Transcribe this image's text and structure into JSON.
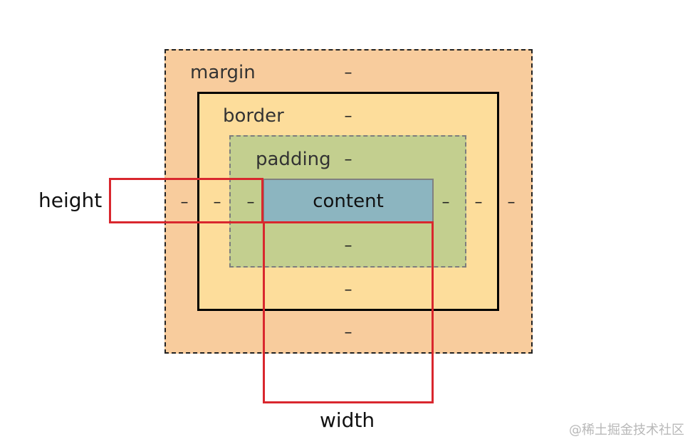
{
  "labels": {
    "margin": "margin",
    "border": "border",
    "padding": "padding",
    "content": "content",
    "height": "height",
    "width": "width"
  },
  "dash": "–",
  "watermark": "@稀土掘金技术社区",
  "colors": {
    "margin_fill": "#f8cc9d",
    "border_fill": "#fddd9b",
    "padding_fill": "#c3cf8f",
    "content_fill": "#8cb5c0",
    "annotation_red": "#d9272e"
  }
}
